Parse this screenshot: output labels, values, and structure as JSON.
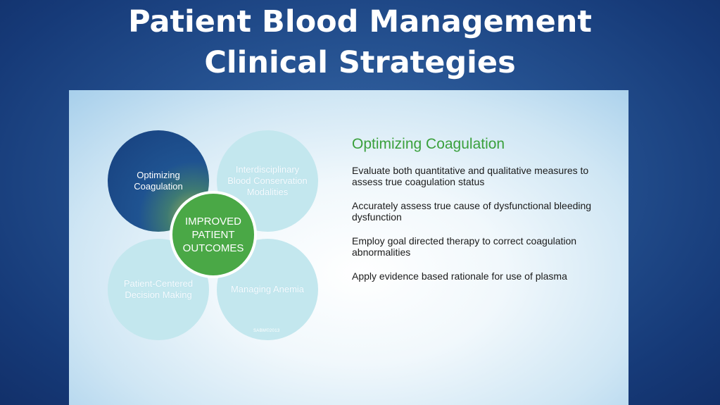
{
  "slide": {
    "title_line1": "Patient Blood Management",
    "title_line2": "Clinical Strategies"
  },
  "diagram": {
    "petals": {
      "top_left": "Optimizing Coagulation",
      "top_right": "Interdisciplinary Blood Conservation Modalities",
      "bottom_left": "Patient-Centered Decision Making",
      "bottom_right": "Managing Anemia"
    },
    "center_text": "IMPROVED PATIENT OUTCOMES",
    "copyright": "SABM©2013"
  },
  "detail": {
    "heading": "Optimizing Coagulation",
    "items": [
      "Evaluate both quantitative and qualitative measures to assess true coagulation status",
      "Accurately assess true cause of dysfunctional bleeding dysfunction",
      "Employ goal directed therapy to correct coagulation abnormalities",
      "Apply evidence based rationale for use of plasma"
    ]
  },
  "colors": {
    "background": "#24508f",
    "petal_active": "#1f5391",
    "petal_inactive": "#c3e7ee",
    "center": "#4aa846",
    "heading": "#3aa03c"
  }
}
